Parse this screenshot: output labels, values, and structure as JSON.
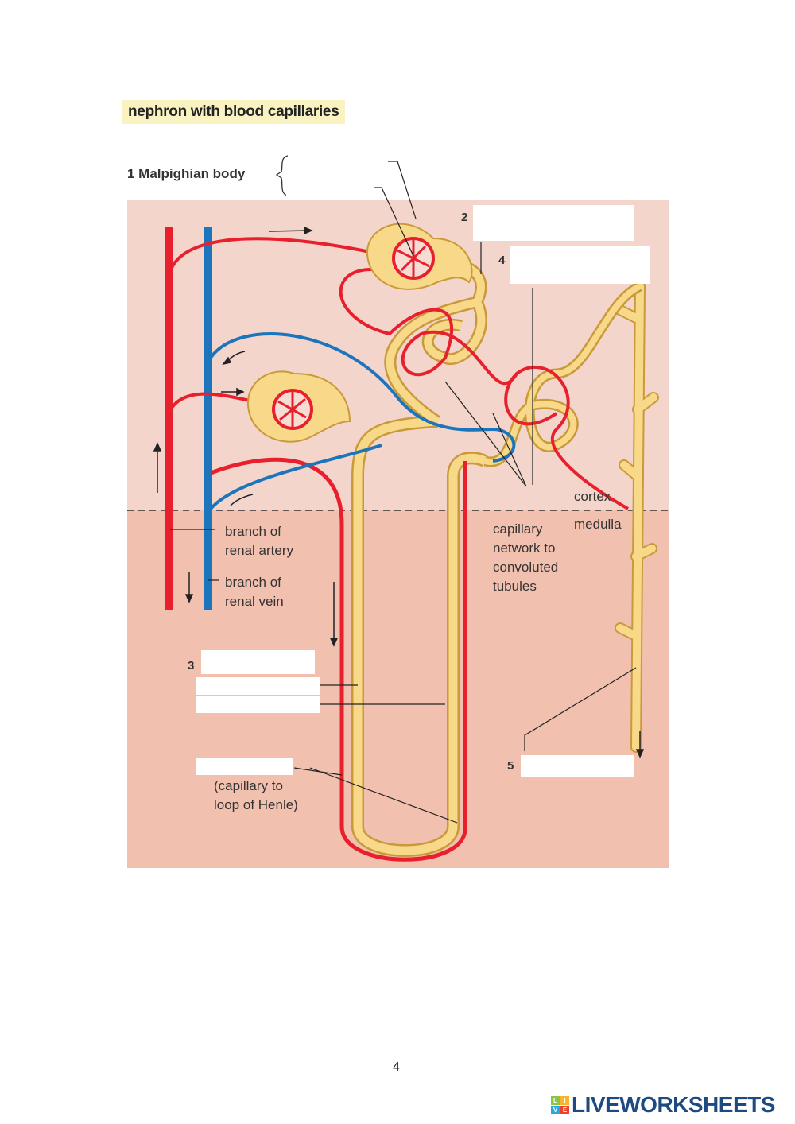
{
  "title": "nephron with blood capillaries",
  "labels": {
    "malpighian": "1 Malpighian body",
    "n2": "2",
    "n3": "3",
    "n4": "4",
    "n5": "5",
    "cortex": "cortex",
    "medulla": "medulla",
    "artery": [
      "branch of",
      "renal artery"
    ],
    "vein": [
      "branch of",
      "renal vein"
    ],
    "capnet": [
      "capillary",
      "network to",
      "convoluted",
      "tubules"
    ],
    "caploop": [
      "(capillary to",
      "loop of Henle)"
    ]
  },
  "answers": {
    "a1": "",
    "a2": "",
    "a3": "",
    "a4": "",
    "a5": "",
    "a6": "",
    "a7": "",
    "a8": "",
    "a9": ""
  },
  "page_number": "4",
  "logo": {
    "tiles": [
      "L",
      "I",
      "V",
      "E"
    ],
    "text": "LIVEWORKSHEETS"
  },
  "colors": {
    "artery": "#e8202e",
    "vein": "#1c75bc",
    "tubule": "#f8d98a",
    "cortex": "#f3d5cc",
    "medulla": "#f1c0af"
  }
}
